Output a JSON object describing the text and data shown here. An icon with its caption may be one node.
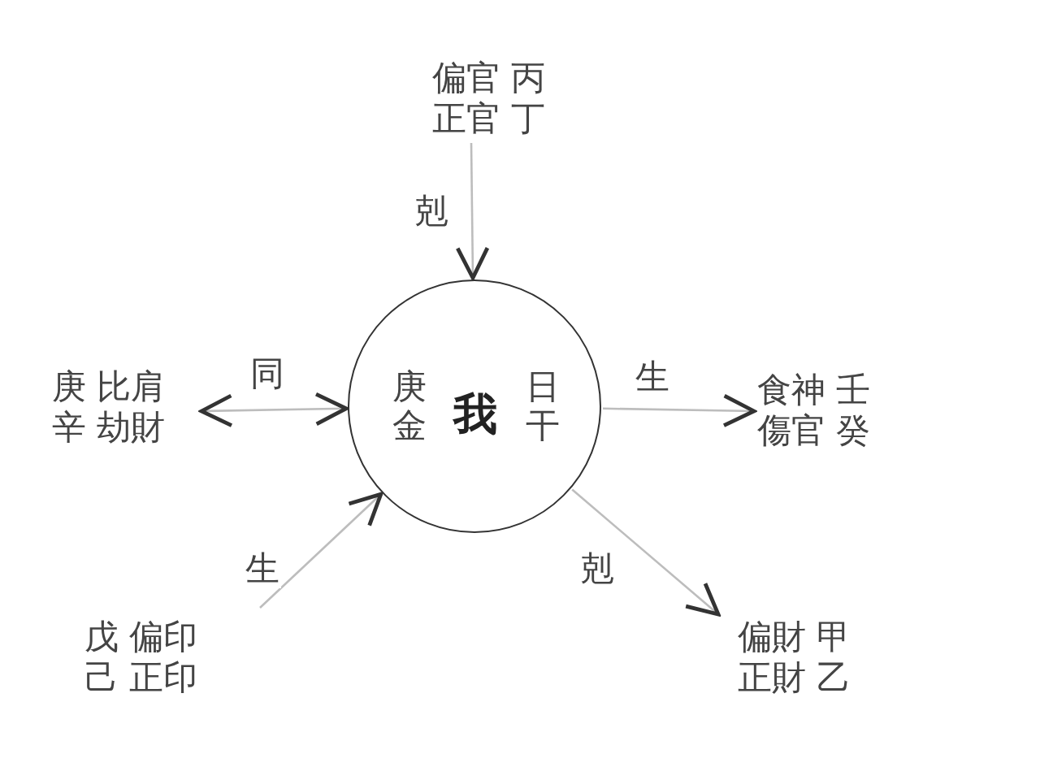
{
  "diagram": {
    "nodes": [
      {
        "text": [
          "偏官 丙",
          "正官 丁"
        ]
      },
      {
        "text": [
          "庚金",
          "我",
          "日干"
        ]
      },
      {
        "text": [
          "庚 比肩",
          "辛 劫財"
        ]
      },
      {
        "text": [
          "食神 壬",
          "傷官 癸"
        ]
      },
      {
        "text": [
          "戊 偏印",
          "己 正印"
        ]
      },
      {
        "text": [
          "偏財 甲",
          "正財 乙"
        ]
      }
    ],
    "edges": [
      {
        "from": 0,
        "to": 1,
        "arrow": "to",
        "label": "剋"
      },
      {
        "from": 2,
        "to": 1,
        "arrow": "both",
        "label": "同"
      },
      {
        "from": 1,
        "to": 3,
        "arrow": "to",
        "label": "生"
      },
      {
        "from": 4,
        "to": 1,
        "arrow": "to",
        "label": "生"
      },
      {
        "from": 1,
        "to": 5,
        "arrow": "to",
        "label": "剋"
      }
    ]
  }
}
